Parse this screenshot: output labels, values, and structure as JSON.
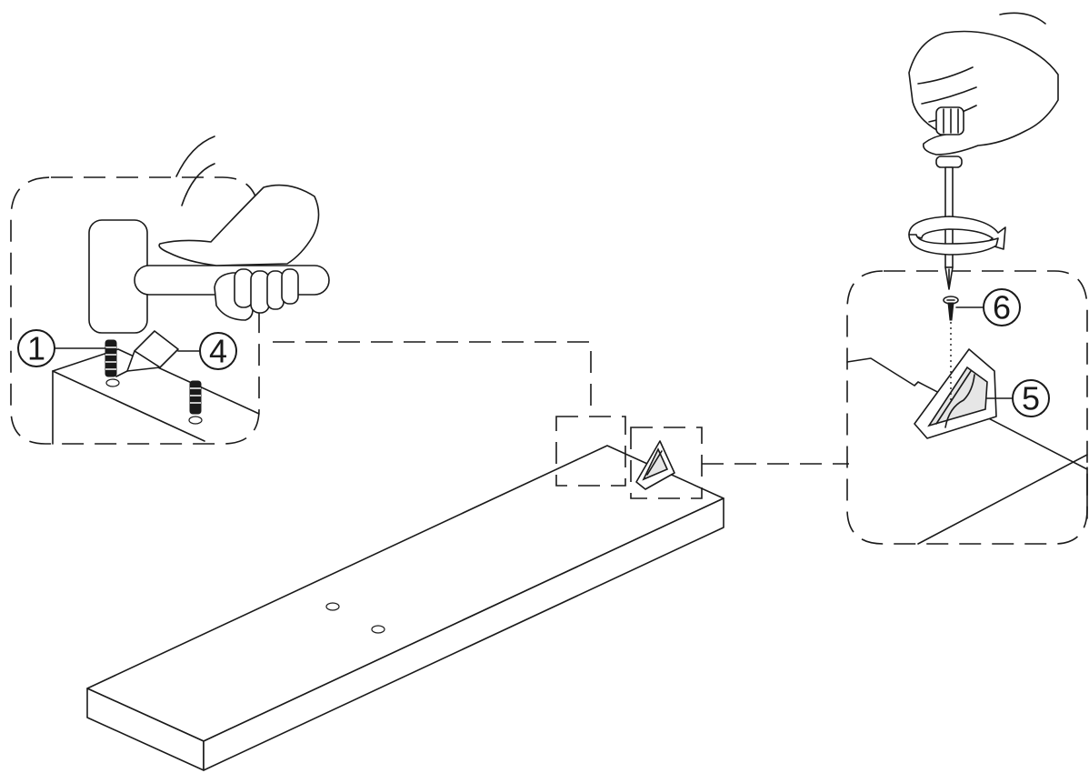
{
  "callouts": {
    "c1": "1",
    "c4": "4",
    "c5": "5",
    "c6": "6"
  },
  "colors": {
    "ink": "#1a1a1a",
    "paper": "#ffffff"
  },
  "icons": [
    "hammer-icon",
    "hand-icon",
    "screwdriver-icon",
    "rotation-arrow-icon",
    "dowel-icon",
    "glue-bottle-icon",
    "screw-icon",
    "corner-bracket-icon"
  ]
}
